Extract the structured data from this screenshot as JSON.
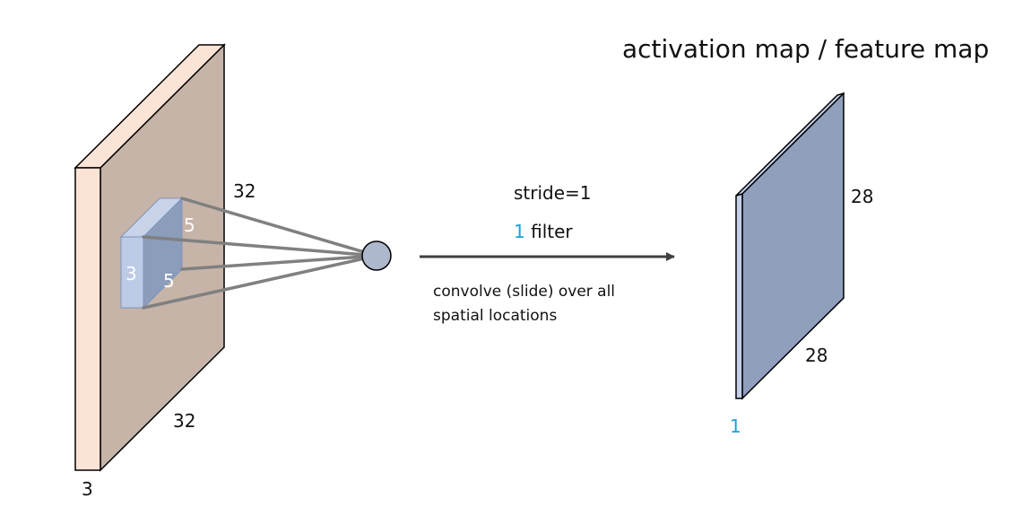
{
  "title": "activation map / feature map",
  "input_volume": {
    "width_label": "32",
    "height_label": "32",
    "depth_label": "3"
  },
  "filter": {
    "width_label": "5",
    "height_label": "5",
    "depth_label": "3"
  },
  "operation": {
    "stride_label": "stride=1",
    "filter_count": "1",
    "filter_word": " filter",
    "caption_line1": "convolve (slide) over all",
    "caption_line2": "spatial locations"
  },
  "output_map": {
    "height_label": "28",
    "width_label": "28",
    "depth_label": "1"
  },
  "colors": {
    "input_front": "#fbe3d6",
    "input_side": "#c7b4a8",
    "filter_front": "#bccbe6",
    "filter_top": "#c8d3ea",
    "filter_side": "#8c9dbb",
    "neuron": "#aeb8cc",
    "output_face": "#909fbb",
    "output_edge": "#c4d0e8",
    "lines": "#808080",
    "accent": "#1aa0e0"
  }
}
